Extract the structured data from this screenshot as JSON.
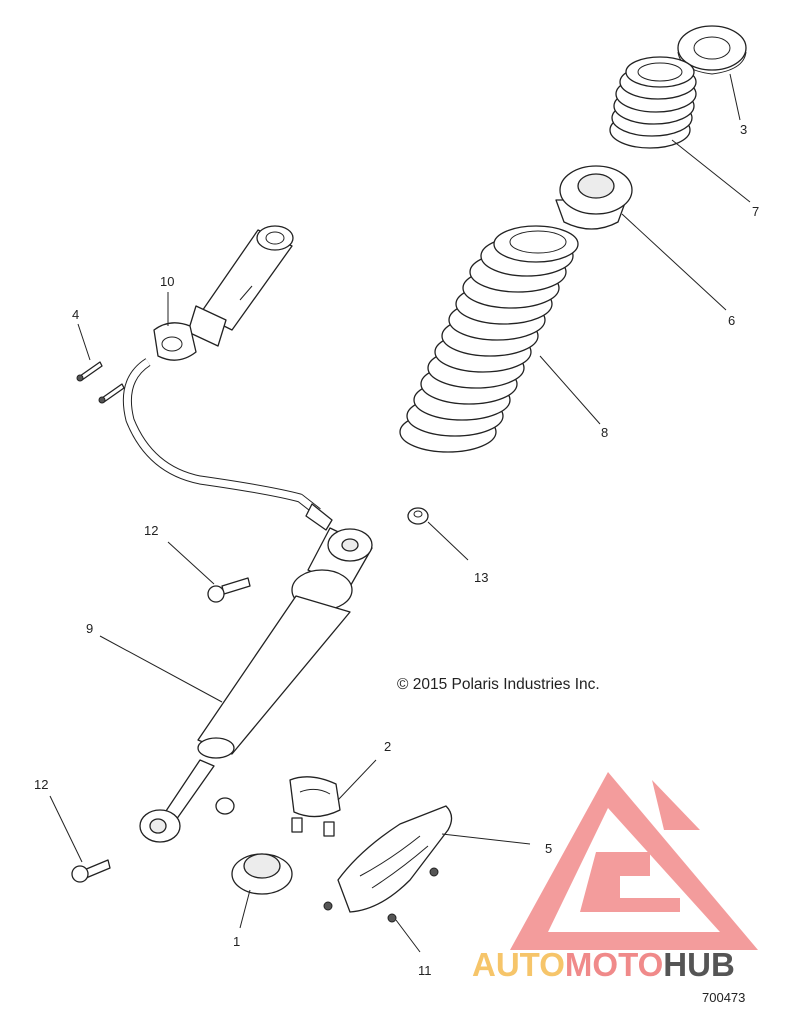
{
  "callouts": {
    "c1": "1",
    "c2": "2",
    "c3": "3",
    "c4": "4",
    "c5": "5",
    "c6": "6",
    "c7": "7",
    "c8": "8",
    "c9": "9",
    "c10": "10",
    "c11": "11",
    "c12a": "12",
    "c12b": "12",
    "c13": "13"
  },
  "copyright": "© 2015 Polaris Industries Inc.",
  "document_number": "700473",
  "watermark": {
    "word_auto": "AUTO",
    "word_moto": "MOTO",
    "word_hub": "HUB",
    "colors": {
      "auto": "#f6c56a",
      "moto": "#f08a8a",
      "hub": "#555555",
      "logo": "#f28b8b"
    }
  }
}
